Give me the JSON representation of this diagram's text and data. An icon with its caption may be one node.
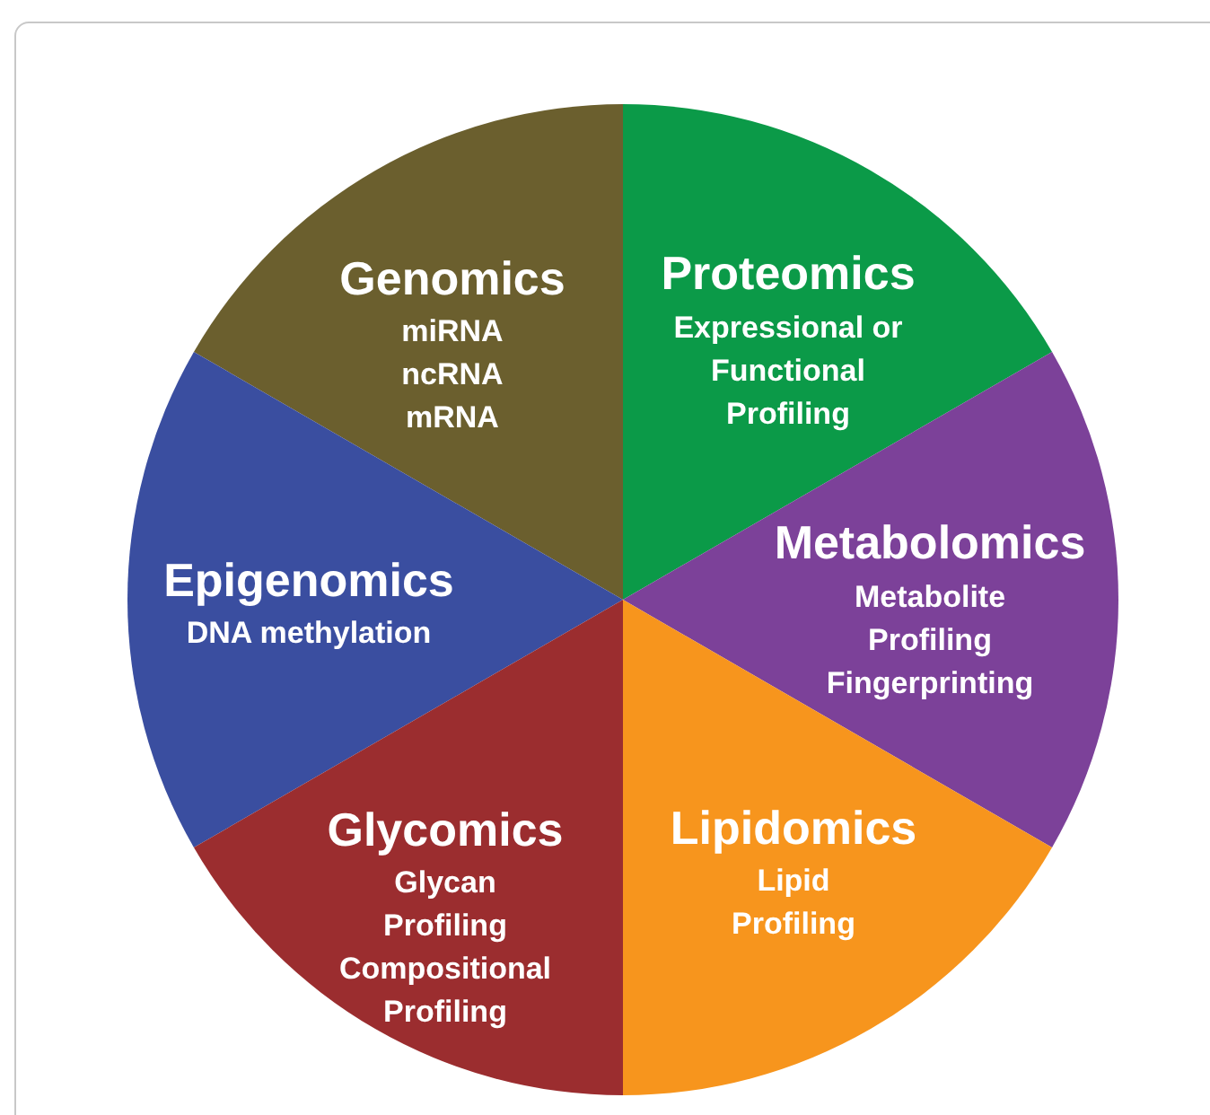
{
  "diagram": {
    "nodes": [
      {
        "text": [
          "Genomics",
          "miRNA ncRNA mRNA"
        ]
      },
      {
        "text": [
          "Proteomics",
          "Expressional or Functional Profiling"
        ]
      },
      {
        "text": [
          "Epigenomics",
          "DNA methylation"
        ]
      },
      {
        "text": [
          "Metabolomics",
          "Metabolite Profiling Fingerprinting"
        ]
      },
      {
        "text": [
          "Glycomics",
          "Glycan Profiling Compositional Profiling"
        ]
      },
      {
        "text": [
          "Lipidomics",
          "Lipid Profiling"
        ]
      }
    ],
    "edges": []
  }
}
